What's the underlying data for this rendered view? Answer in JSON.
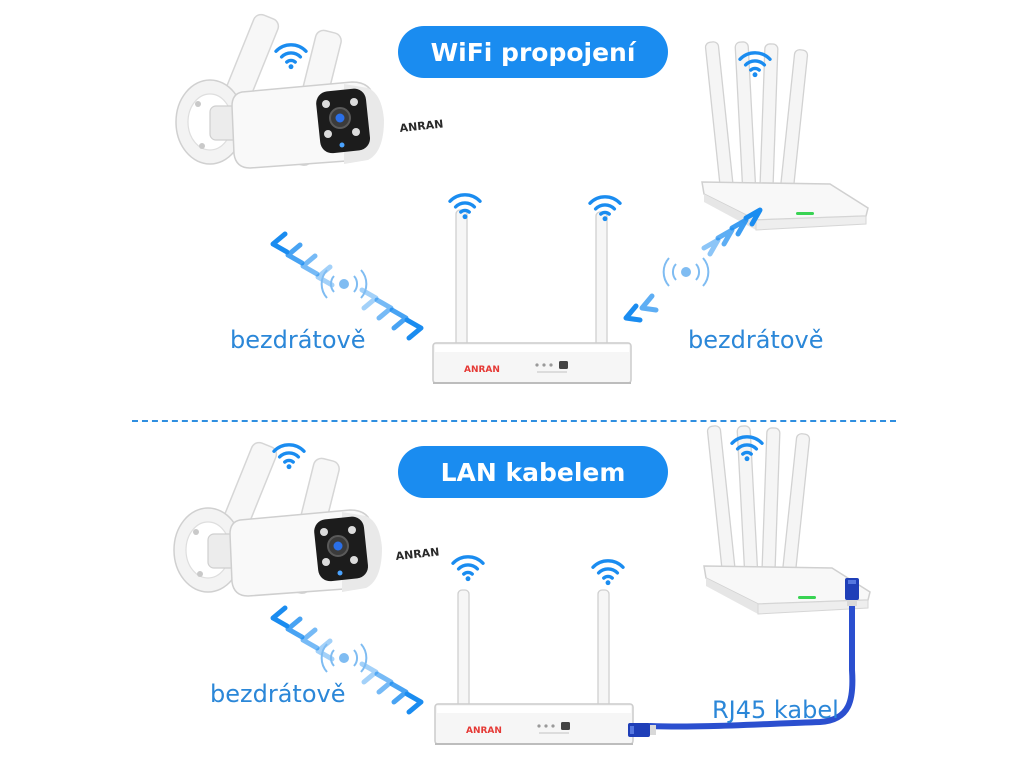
{
  "sections": [
    {
      "title": "WiFi propojení"
    },
    {
      "title": "LAN kabelem"
    }
  ],
  "labels": {
    "wifi_camera_link": "bezdrátově",
    "wifi_router_link": "bezdrátově",
    "lan_camera_link": "bezdrátově",
    "lan_cable": "RJ45 kabel"
  },
  "brand": "ANRAN",
  "colors": {
    "pill_background": "#1a8cf0",
    "label_text": "#2b87d8",
    "signal_blue": "#1a8cf0",
    "cable_blue": "#2b4fcf",
    "led_green": "#39d353"
  },
  "icons": [
    "wifi-signal-icon",
    "chevron-arrows-icon",
    "radio-wave-icon"
  ]
}
